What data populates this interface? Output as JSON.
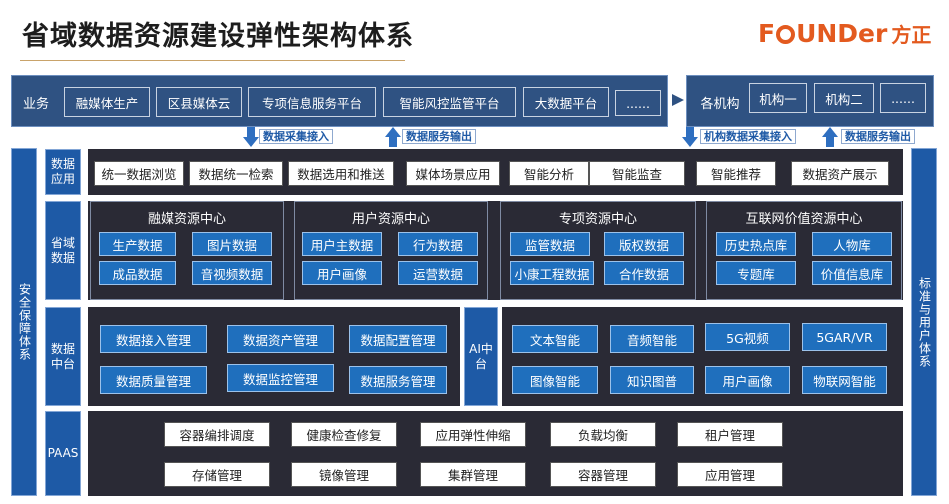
{
  "title": "省域数据资源建设弹性架构体系",
  "logo": {
    "brand_pre": "F",
    "brand_post": "UNDer",
    "brand_cn": "方正"
  },
  "business": {
    "label": "业务",
    "items": [
      "融媒体生产",
      "区县媒体云",
      "专项信息服务平台",
      "智能风控监管平台",
      "大数据平台",
      "......"
    ]
  },
  "institutions": {
    "label": "各机构",
    "items": [
      "机构一",
      "机构二",
      "......"
    ]
  },
  "arrows": {
    "collect": "数据采集接入",
    "service": "数据服务输出",
    "inst_collect": "机构数据采集接入",
    "inst_service": "数据服务输出"
  },
  "left_side": "安全保障体系",
  "right_side": "标准与用户体系",
  "data_app": {
    "label": "数据应用",
    "items": [
      "统一数据浏览",
      "数据统一检索",
      "数据选用和推送",
      "媒体场景应用",
      "智能分析",
      "智能监查",
      "智能推荐",
      "数据资产展示"
    ]
  },
  "province_data": {
    "label": "省域数据",
    "centers": [
      {
        "title": "融媒资源中心",
        "items": [
          "生产数据",
          "图片数据",
          "成品数据",
          "音视频数据"
        ]
      },
      {
        "title": "用户资源中心",
        "items": [
          "用户主数据",
          "行为数据",
          "用户画像",
          "运营数据"
        ]
      },
      {
        "title": "专项资源中心",
        "items": [
          "监管数据",
          "版权数据",
          "小康工程数据",
          "合作数据"
        ]
      },
      {
        "title": "互联网价值资源中心",
        "items": [
          "历史热点库",
          "人物库",
          "专题库",
          "价值信息库"
        ]
      }
    ]
  },
  "data_middle": {
    "label": "数据中台",
    "items": [
      "数据接入管理",
      "数据资产管理",
      "数据配置管理",
      "数据质量管理",
      "数据监控管理",
      "数据服务管理"
    ]
  },
  "ai_middle": {
    "label": "AI中台",
    "items": [
      "文本智能",
      "音频智能",
      "5G视频",
      "5GAR/VR",
      "图像智能",
      "知识图普",
      "用户画像",
      "物联网智能"
    ]
  },
  "paas": {
    "label": "PAAS",
    "row1": [
      "容器编排调度",
      "健康检查修复",
      "应用弹性伸缩",
      "负载均衡",
      "租户管理"
    ],
    "row2": [
      "存储管理",
      "镜像管理",
      "集群管理",
      "容器管理",
      "应用管理"
    ]
  },
  "colors": {
    "dark_bg": "#2a2a35",
    "blue_bg": "#2f5282",
    "accent": "#1e5aa6",
    "brand": "#e35a1f"
  }
}
